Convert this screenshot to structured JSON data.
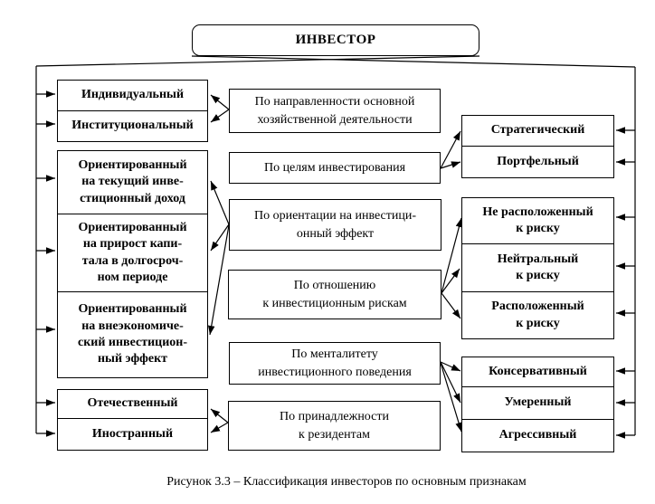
{
  "diagram": {
    "root": "ИНВЕСТОР",
    "left": [
      {
        "label": "Индивидуальный"
      },
      {
        "label": "Институциональный"
      },
      {
        "label": "Ориентированный\nна текущий инве-\nстиционный доход"
      },
      {
        "label": "Ориентированный\nна прирост капи-\nтала в долгосроч-\nном периоде"
      },
      {
        "label": "Ориентированный\nна внеэкономиче-\nский инвестицион-\nный эффект"
      },
      {
        "label": "Отечественный"
      },
      {
        "label": "Иностранный"
      }
    ],
    "criteria": [
      {
        "label": "По направленности основной\nхозяйственной деятельности"
      },
      {
        "label": "По целям инвестирования"
      },
      {
        "label": "По ориентации на инвестици-\nонный эффект"
      },
      {
        "label": "По отношению\nк инвестиционным рискам"
      },
      {
        "label": "По менталитету\nинвестиционного поведения"
      },
      {
        "label": "По принадлежности\nк резидентам"
      }
    ],
    "right": [
      {
        "label": "Стратегический"
      },
      {
        "label": "Портфельный"
      },
      {
        "label": "Не расположенный\nк риску"
      },
      {
        "label": "Нейтральный\nк риску"
      },
      {
        "label": "Расположенный\nк риску"
      },
      {
        "label": "Консервативный"
      },
      {
        "label": "Умеренный"
      },
      {
        "label": "Агрессивный"
      }
    ],
    "caption": "Рисунок 3.3 – Классификация инвесторов по основным признакам",
    "colors": {
      "line": "#000000",
      "box_background": "#ffffff",
      "text": "#000000"
    }
  }
}
